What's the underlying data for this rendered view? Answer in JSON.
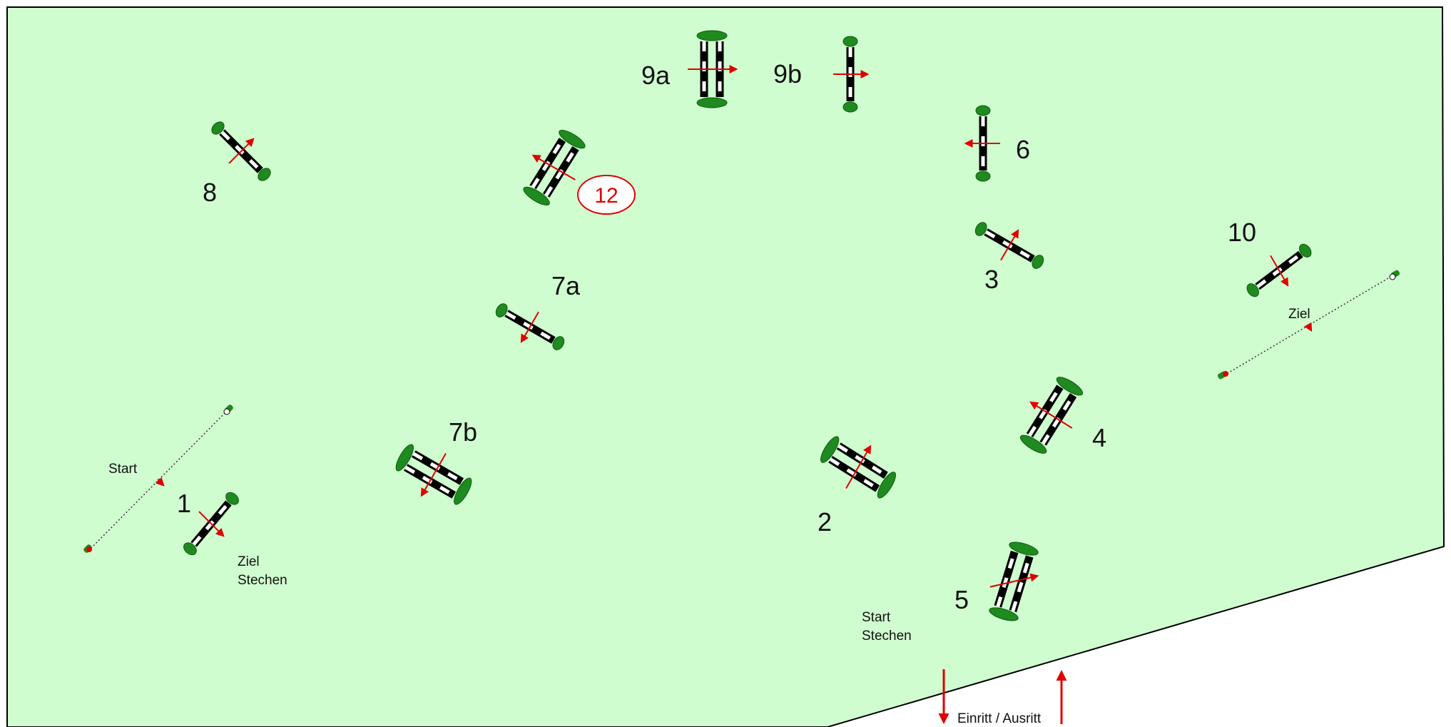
{
  "obstacles": {
    "o1": "1",
    "o2": "2",
    "o3": "3",
    "o4": "4",
    "o5": "5",
    "o6": "6",
    "o7a": "7a",
    "o7b": "7b",
    "o8": "8",
    "o9a": "9a",
    "o9b": "9b",
    "o10": "10",
    "o12": "12"
  },
  "labels": {
    "start": "Start",
    "ziel_stechen_1": "Ziel",
    "ziel_stechen_2": "Stechen",
    "ziel": "Ziel",
    "start_stechen_1": "Start",
    "start_stechen_2": "Stechen",
    "entrance": "Einritt / Ausritt"
  },
  "colors": {
    "arena": "#d0fdd0",
    "border": "#000000",
    "pole": "#000000",
    "stripe": "#ffffff",
    "bush": "#1f8a1f",
    "direction": "#e00000"
  },
  "icons": {
    "jump": "jump-icon",
    "direction": "direction-arrow-icon",
    "flag_red": "red-flag-icon",
    "flag_white": "white-flag-icon"
  }
}
